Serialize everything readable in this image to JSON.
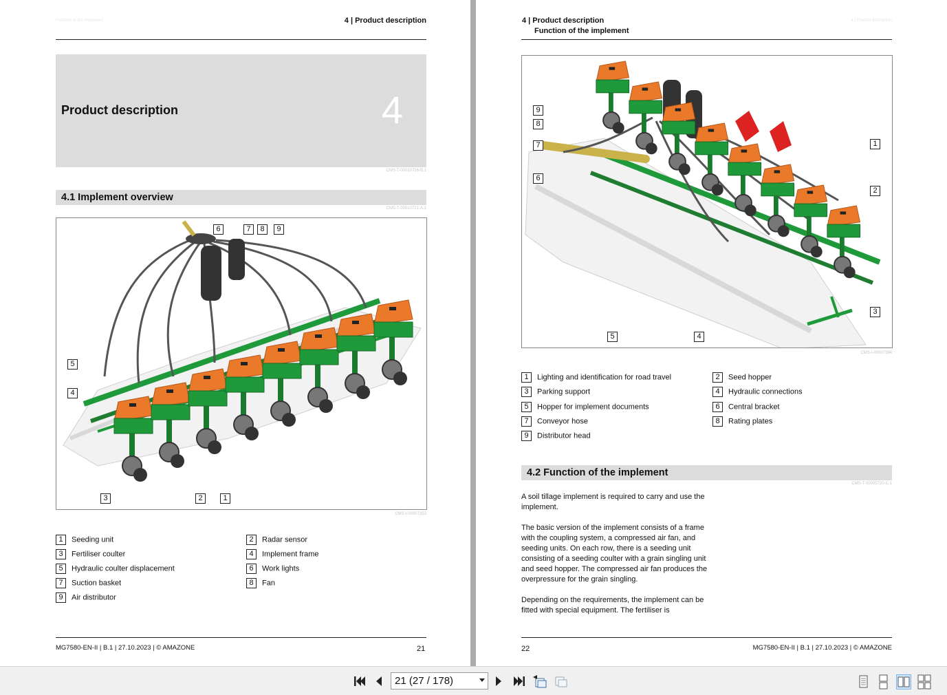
{
  "left_page": {
    "header": "4 | Product description",
    "header_faint": "Function of the implement",
    "chapter": {
      "title": "Product description",
      "number": "4"
    },
    "chapter_code": "CMS-T-00010716-B.1",
    "section": {
      "title": "4.1  Implement overview",
      "code": "CMS-T-00010721-A.1"
    },
    "figure_code": "CMS-I-00007353",
    "callouts": [
      "6",
      "7",
      "8",
      "9",
      "5",
      "4",
      "3",
      "2",
      "1"
    ],
    "legend": [
      {
        "num": "1",
        "text": "Seeding unit"
      },
      {
        "num": "2",
        "text": "Radar sensor"
      },
      {
        "num": "3",
        "text": "Fertiliser coulter"
      },
      {
        "num": "4",
        "text": "Implement frame"
      },
      {
        "num": "5",
        "text": "Hydraulic coulter displacement"
      },
      {
        "num": "6",
        "text": "Work lights"
      },
      {
        "num": "7",
        "text": "Suction basket"
      },
      {
        "num": "8",
        "text": "Fan"
      },
      {
        "num": "9",
        "text": "Air distributor"
      }
    ],
    "footer": "MG7580-EN-II | B.1 | 27.10.2023 | © AMAZONE",
    "page_number": "21"
  },
  "right_page": {
    "header": "4 | Product description",
    "subheader": "Function of the implement",
    "header_faint": "4 | Product description",
    "figure_code": "CMS-I-00007394",
    "callouts": [
      "9",
      "8",
      "7",
      "6",
      "1",
      "2",
      "3",
      "5",
      "4"
    ],
    "legend": [
      {
        "num": "1",
        "text": "Lighting and identification for road travel"
      },
      {
        "num": "2",
        "text": "Seed hopper"
      },
      {
        "num": "3",
        "text": "Parking support"
      },
      {
        "num": "4",
        "text": "Hydraulic connections"
      },
      {
        "num": "5",
        "text": "Hopper for implement documents"
      },
      {
        "num": "6",
        "text": "Central bracket"
      },
      {
        "num": "7",
        "text": "Conveyor hose"
      },
      {
        "num": "8",
        "text": "Rating plates"
      },
      {
        "num": "9",
        "text": "Distributor head"
      }
    ],
    "section": {
      "title": "4.2  Function of the implement",
      "code": "CMS-T-00005720-C.1"
    },
    "paragraphs": [
      "A soil tillage implement is required to carry and use the implement.",
      "The basic version of the implement consists of a frame with the coupling system, a compressed air fan, and seeding units. On each row, there is a seeding unit consisting of a seeding coulter with a grain singling unit and seed hopper. The compressed air fan produces the overpressure for the grain singling.",
      "Depending on the requirements, the implement can be fitted with special equipment. The fertiliser is"
    ],
    "footer": "MG7580-EN-II | B.1 | 27.10.2023 | © AMAZONE",
    "page_number": "22"
  },
  "toolbar": {
    "page_field": "21 (27 / 178)",
    "first_icon": "first-page-icon",
    "prev_icon": "previous-page-icon",
    "next_icon": "next-page-icon",
    "last_icon": "last-page-icon",
    "back_icon": "previous-view-icon",
    "forward_icon": "next-view-icon",
    "view_modes": [
      "single-page-icon",
      "continuous-page-icon",
      "facing-pages-icon",
      "continuous-facing-icon"
    ],
    "active_view": "facing-pages-icon"
  },
  "colors": {
    "implement_green": "#1f9a3a",
    "hopper_orange": "#ea7a2a",
    "section_bar": "#dcdcdc"
  }
}
